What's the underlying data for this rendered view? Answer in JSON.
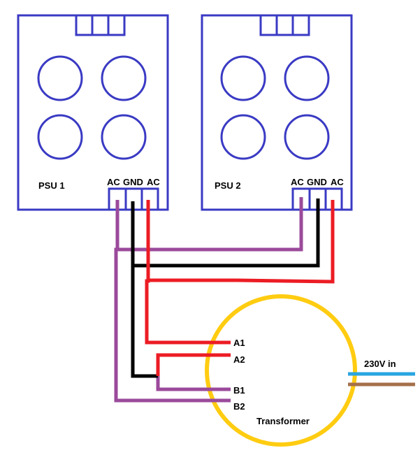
{
  "psu1": {
    "label": "PSU 1",
    "terminal_ac_left": "AC",
    "terminal_gnd": "GND",
    "terminal_ac_right": "AC"
  },
  "psu2": {
    "label": "PSU 2",
    "terminal_ac_left": "AC",
    "terminal_gnd": "GND",
    "terminal_ac_right": "AC"
  },
  "transformer": {
    "label": "Transformer",
    "taps": {
      "a1": "A1",
      "a2": "A2",
      "b1": "B1",
      "b2": "B2"
    },
    "mains_label": "230V in"
  },
  "colors": {
    "outline": "#3a3ac4",
    "wire_purple": "#9b4a9b",
    "wire_black": "#000000",
    "wire_red": "#ec1c24",
    "transformer_ring": "#ffcc11",
    "mains_blue": "#29a5e0",
    "mains_brown": "#a5704a"
  }
}
